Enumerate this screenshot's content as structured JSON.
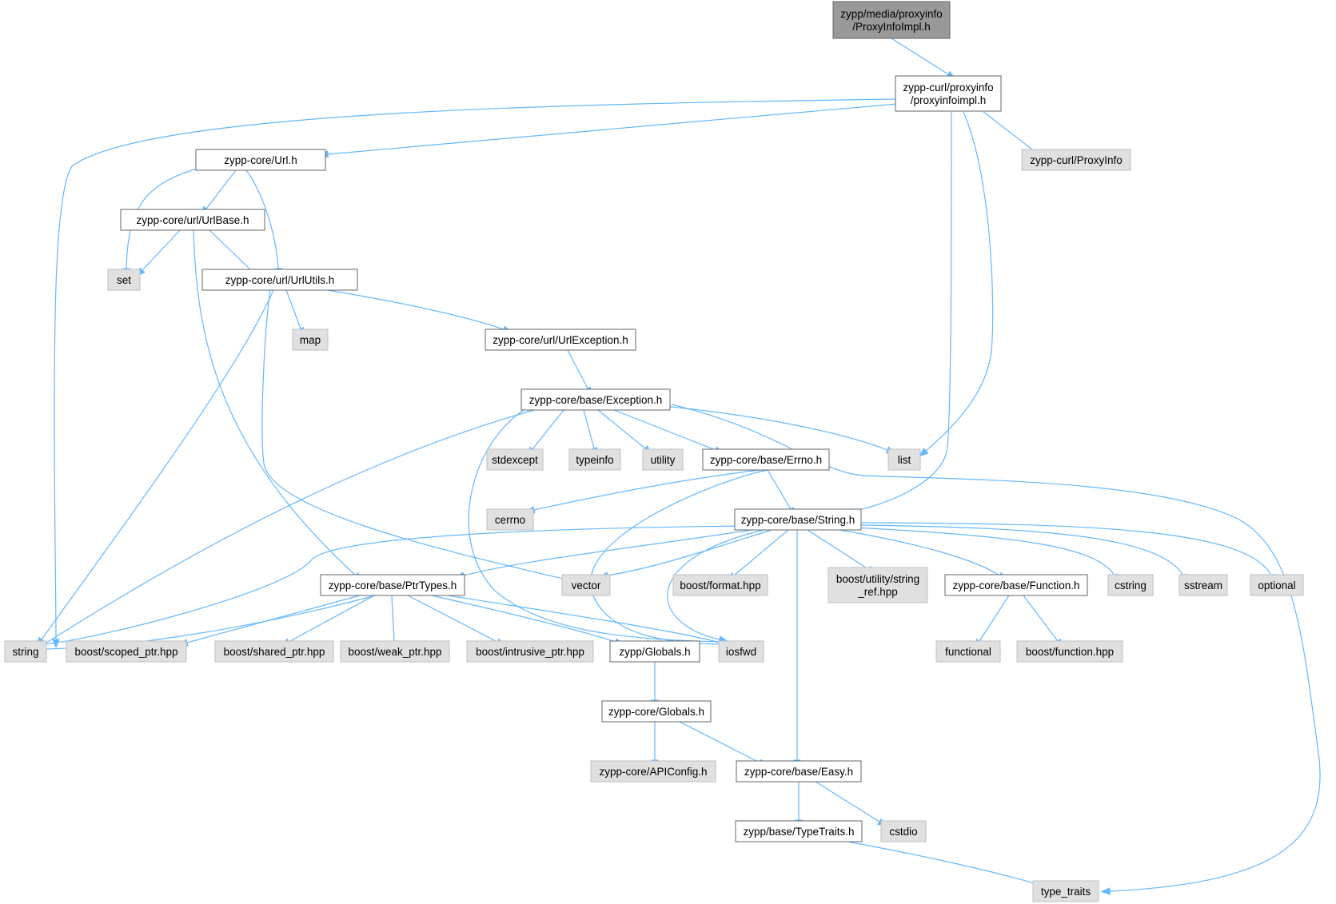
{
  "diagram": {
    "colors": {
      "edge": "#63b8ff",
      "node_border": "#666666",
      "root_fill": "#999999",
      "header_fill": "#ffffff",
      "system_fill": "#e0e0e0"
    },
    "nodes": [
      {
        "id": "root",
        "kind": "root",
        "lines": [
          "zypp/media/proxyinfo",
          "/ProxyInfoImpl.h"
        ]
      },
      {
        "id": "proxyinfoimpl",
        "kind": "header",
        "lines": [
          "zypp-curl/proxyinfo",
          "/proxyinfoimpl.h"
        ]
      },
      {
        "id": "curl_proxyinfo",
        "kind": "system",
        "lines": [
          "zypp-curl/ProxyInfo"
        ]
      },
      {
        "id": "url_h",
        "kind": "header",
        "lines": [
          "zypp-core/Url.h"
        ]
      },
      {
        "id": "urlbase_h",
        "kind": "header",
        "lines": [
          "zypp-core/url/UrlBase.h"
        ]
      },
      {
        "id": "set",
        "kind": "system",
        "lines": [
          "set"
        ]
      },
      {
        "id": "urlutils_h",
        "kind": "header",
        "lines": [
          "zypp-core/url/UrlUtils.h"
        ]
      },
      {
        "id": "map",
        "kind": "system",
        "lines": [
          "map"
        ]
      },
      {
        "id": "urlexception_h",
        "kind": "header",
        "lines": [
          "zypp-core/url/UrlException.h"
        ]
      },
      {
        "id": "exception_h",
        "kind": "header",
        "lines": [
          "zypp-core/base/Exception.h"
        ]
      },
      {
        "id": "stdexcept",
        "kind": "system",
        "lines": [
          "stdexcept"
        ]
      },
      {
        "id": "typeinfo",
        "kind": "system",
        "lines": [
          "typeinfo"
        ]
      },
      {
        "id": "utility",
        "kind": "system",
        "lines": [
          "utility"
        ]
      },
      {
        "id": "errno_h",
        "kind": "header",
        "lines": [
          "zypp-core/base/Errno.h"
        ]
      },
      {
        "id": "list",
        "kind": "system",
        "lines": [
          "list"
        ]
      },
      {
        "id": "cerrno",
        "kind": "system",
        "lines": [
          "cerrno"
        ]
      },
      {
        "id": "string_h",
        "kind": "header",
        "lines": [
          "zypp-core/base/String.h"
        ]
      },
      {
        "id": "ptrtypes_h",
        "kind": "header",
        "lines": [
          "zypp-core/base/PtrTypes.h"
        ]
      },
      {
        "id": "vector",
        "kind": "system",
        "lines": [
          "vector"
        ]
      },
      {
        "id": "boost_format",
        "kind": "system",
        "lines": [
          "boost/format.hpp"
        ]
      },
      {
        "id": "boost_string_ref",
        "kind": "system",
        "lines": [
          "boost/utility/string",
          "_ref.hpp"
        ]
      },
      {
        "id": "function_h",
        "kind": "header",
        "lines": [
          "zypp-core/base/Function.h"
        ]
      },
      {
        "id": "cstring",
        "kind": "system",
        "lines": [
          "cstring"
        ]
      },
      {
        "id": "sstream",
        "kind": "system",
        "lines": [
          "sstream"
        ]
      },
      {
        "id": "optional",
        "kind": "system",
        "lines": [
          "optional"
        ]
      },
      {
        "id": "string",
        "kind": "system",
        "lines": [
          "string"
        ]
      },
      {
        "id": "boost_scoped_ptr",
        "kind": "system",
        "lines": [
          "boost/scoped_ptr.hpp"
        ]
      },
      {
        "id": "boost_shared_ptr",
        "kind": "system",
        "lines": [
          "boost/shared_ptr.hpp"
        ]
      },
      {
        "id": "boost_weak_ptr",
        "kind": "system",
        "lines": [
          "boost/weak_ptr.hpp"
        ]
      },
      {
        "id": "boost_intrusive_ptr",
        "kind": "system",
        "lines": [
          "boost/intrusive_ptr.hpp"
        ]
      },
      {
        "id": "zypp_globals_h",
        "kind": "header",
        "lines": [
          "zypp/Globals.h"
        ]
      },
      {
        "id": "iosfwd",
        "kind": "system",
        "lines": [
          "iosfwd"
        ]
      },
      {
        "id": "functional",
        "kind": "system",
        "lines": [
          "functional"
        ]
      },
      {
        "id": "boost_function",
        "kind": "system",
        "lines": [
          "boost/function.hpp"
        ]
      },
      {
        "id": "core_globals_h",
        "kind": "header",
        "lines": [
          "zypp-core/Globals.h"
        ]
      },
      {
        "id": "apiconfig_h",
        "kind": "system",
        "lines": [
          "zypp-core/APIConfig.h"
        ]
      },
      {
        "id": "easy_h",
        "kind": "header",
        "lines": [
          "zypp-core/base/Easy.h"
        ]
      },
      {
        "id": "typetraits_h",
        "kind": "header",
        "lines": [
          "zypp/base/TypeTraits.h"
        ]
      },
      {
        "id": "cstdio",
        "kind": "system",
        "lines": [
          "cstdio"
        ]
      },
      {
        "id": "type_traits",
        "kind": "system",
        "lines": [
          "type_traits"
        ]
      }
    ]
  }
}
